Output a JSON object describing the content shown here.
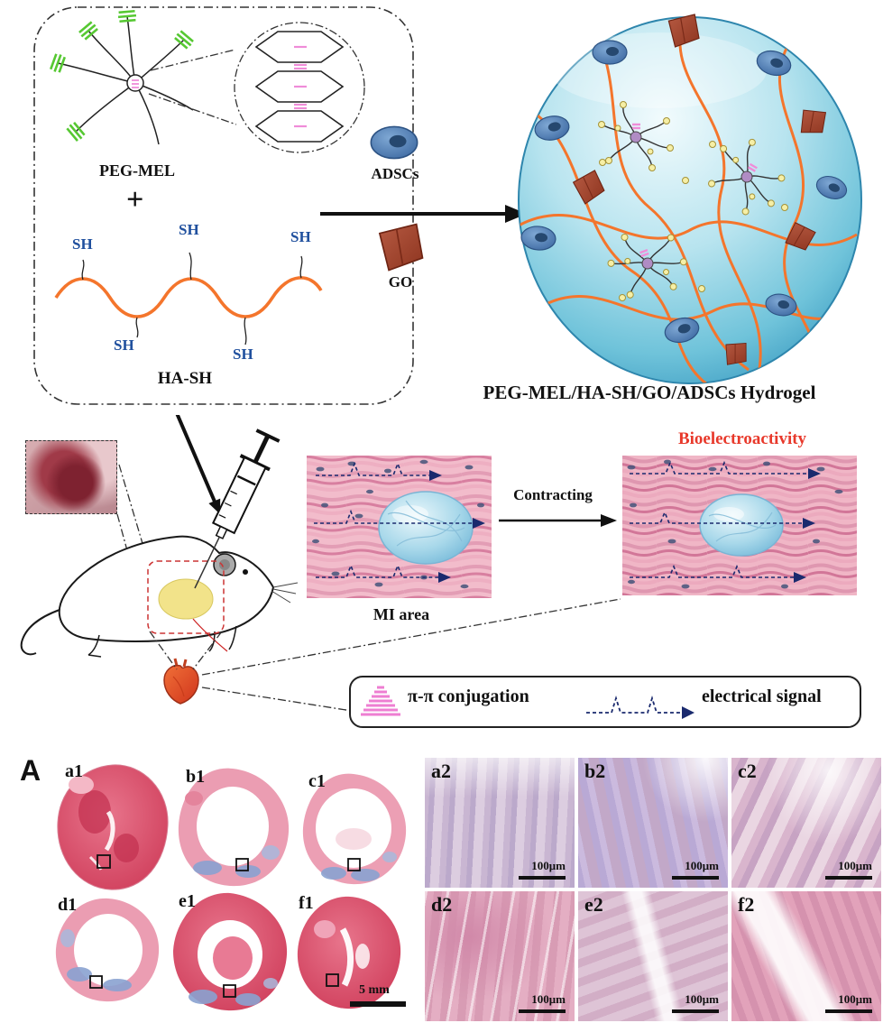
{
  "scheme": {
    "peg_mel": "PEG-MEL",
    "plus": "+",
    "ha_sh": "HA-SH",
    "sh": [
      "SH",
      "SH",
      "SH",
      "SH",
      "SH"
    ],
    "adscs": "ADSCs",
    "go": "GO",
    "hydrogel_title": "PEG-MEL/HA-SH/GO/ADSCs Hydrogel",
    "mi_area": "MI area",
    "contracting": "Contracting",
    "bioelectroactivity": "Bioelectroactivity",
    "legend": {
      "pi_pi": "π-π conjugation",
      "electrical": "electrical signal"
    }
  },
  "panelA": {
    "label": "A",
    "sections": [
      "a1",
      "b1",
      "c1",
      "d1",
      "e1",
      "f1"
    ],
    "micrographs": [
      "a2",
      "b2",
      "c2",
      "d2",
      "e2",
      "f2"
    ],
    "scale_mm": "5 mm",
    "scale_um": "100μm"
  },
  "colors": {
    "network_orange": "#f4752c",
    "cell_blue": "#4a7ab5",
    "go_brown": "#a3402e",
    "sh_blue": "#20509e",
    "bioelectro_red": "#e8392b",
    "pi_pink": "#ee7ed2",
    "signal_navy": "#1a2a6e"
  }
}
